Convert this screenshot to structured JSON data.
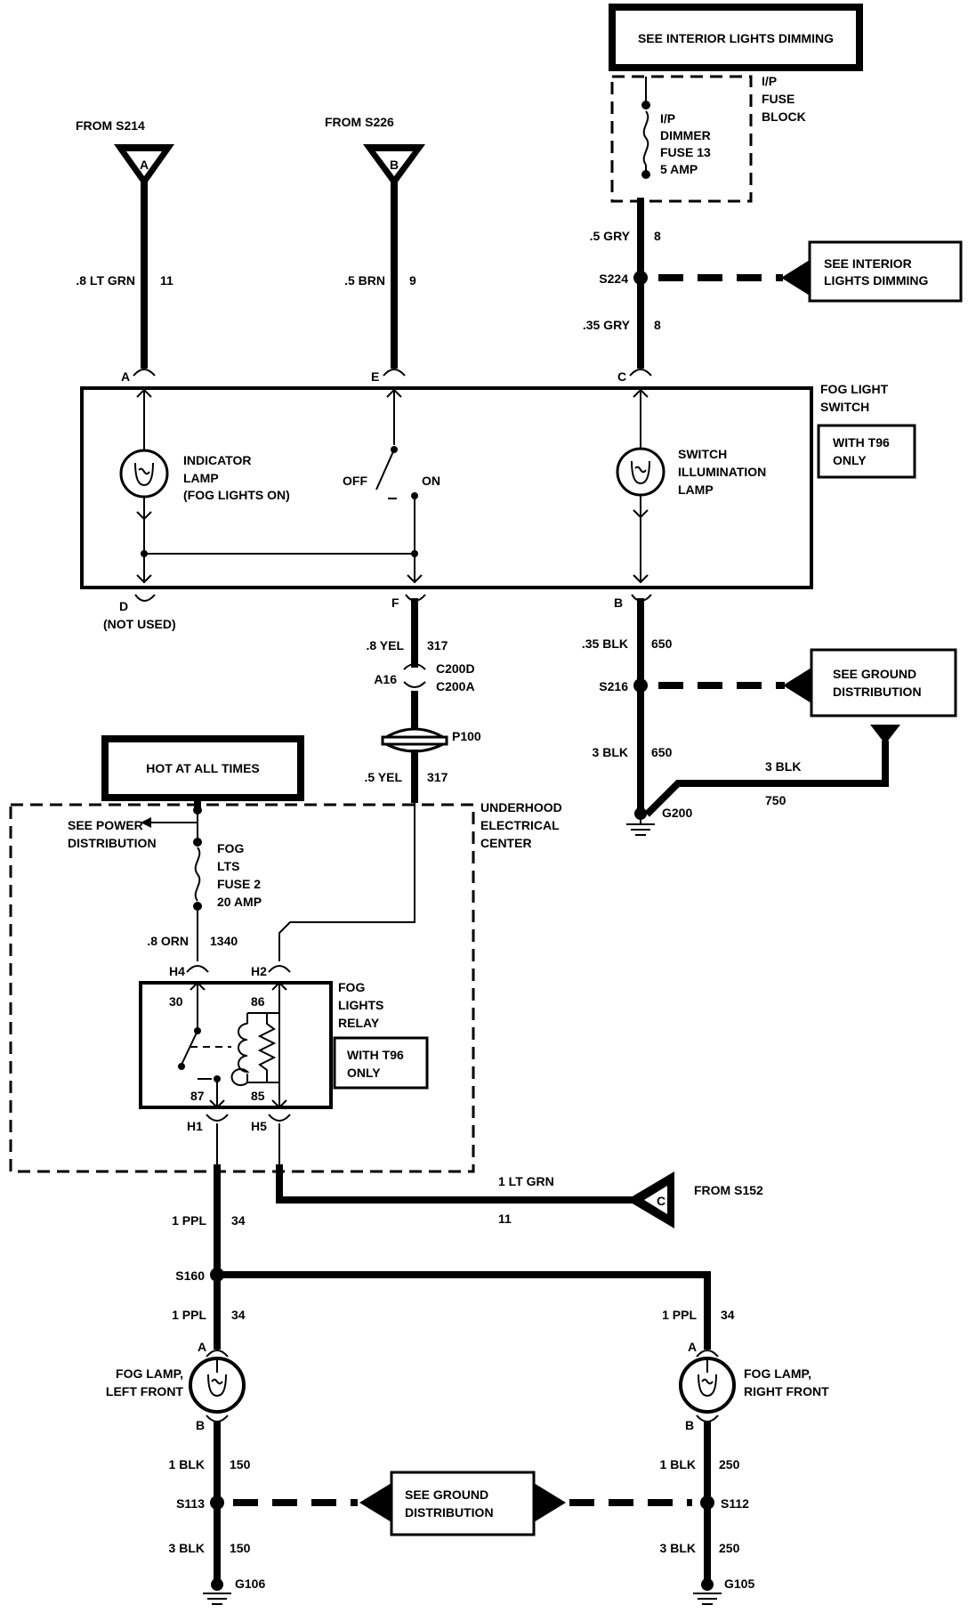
{
  "top": {
    "interior_dimming_box": "SEE INTERIOR LIGHTS DIMMING",
    "from_a": "FROM S214",
    "from_b": "FROM S226",
    "marker_a": "A",
    "marker_b": "B",
    "ip_fuse_block": [
      "I/P",
      "FUSE",
      "BLOCK"
    ],
    "ip_dimmer_fuse": [
      "I/P",
      "DIMMER",
      "FUSE 13",
      "5 AMP"
    ],
    "wire_a_label": ".8 LT GRN",
    "wire_a_num": "11",
    "wire_b_label": ".5 BRN",
    "wire_b_num": "9",
    "gry_top_label": ".5 GRY",
    "gry_top_num": "8",
    "s224": "S224",
    "see_interior_dimming_2": [
      "SEE INTERIOR",
      "LIGHTS DIMMING"
    ],
    "gry_bot_label": ".35 GRY",
    "gry_bot_num": "8"
  },
  "switch": {
    "name": [
      "FOG LIGHT",
      "SWITCH"
    ],
    "with_t96": [
      "WITH T96",
      "ONLY"
    ],
    "pin_a": "A",
    "pin_e": "E",
    "pin_c": "C",
    "pin_d": "D",
    "pin_f": "F",
    "pin_b": "B",
    "not_used": "(NOT USED)",
    "indicator_lamp": [
      "INDICATOR",
      "LAMP",
      "(FOG LIGHTS ON)"
    ],
    "off": "OFF",
    "on": "ON",
    "switch_lamp": [
      "SWITCH",
      "ILLUMINATION",
      "LAMP"
    ]
  },
  "mid": {
    "yel_label": ".8 YEL",
    "yel_num": "317",
    "a16": "A16",
    "c200d": "C200D",
    "c200a": "C200A",
    "p100": "P100",
    "yel2_label": ".5 YEL",
    "yel2_num": "317",
    "blk_label": ".35 BLK",
    "blk_num": "650",
    "s216": "S216",
    "see_ground": [
      "SEE GROUND",
      "DISTRIBUTION"
    ],
    "blk3_label": "3 BLK",
    "blk3_num": "650",
    "blk750_label": "3 BLK",
    "blk750_num": "750",
    "g200": "G200"
  },
  "relay": {
    "hot_box": "HOT AT ALL TIMES",
    "see_power": [
      "SEE POWER",
      "DISTRIBUTION"
    ],
    "fuse": [
      "FOG",
      "LTS",
      "FUSE 2",
      "20 AMP"
    ],
    "uec": [
      "UNDERHOOD",
      "ELECTRICAL",
      "CENTER"
    ],
    "orn_label": ".8 ORN",
    "orn_num": "1340",
    "h4": "H4",
    "h2": "H2",
    "h1": "H1",
    "h5": "H5",
    "relay_name": [
      "FOG",
      "LIGHTS",
      "RELAY"
    ],
    "with_t96": [
      "WITH T96",
      "ONLY"
    ],
    "p30": "30",
    "p86": "86",
    "p87": "87",
    "p85": "85",
    "ltgrn_label": "1 LT GRN",
    "ltgrn_num": "11",
    "from_c": "FROM S152",
    "marker_c": "C"
  },
  "bottom": {
    "ppl_label": "1 PPL",
    "ppl_num": "34",
    "s160": "S160",
    "ppl_l_label": "1 PPL",
    "ppl_l_num": "34",
    "ppl_r_label": "1 PPL",
    "ppl_r_num": "34",
    "pin_a_l": "A",
    "pin_b_l": "B",
    "pin_a_r": "A",
    "pin_b_r": "B",
    "lamp_left": [
      "FOG LAMP,",
      "LEFT FRONT"
    ],
    "lamp_right": [
      "FOG LAMP,",
      "RIGHT FRONT"
    ],
    "blk_l_label": "1 BLK",
    "blk_l_num": "150",
    "blk_r_label": "1 BLK",
    "blk_r_num": "250",
    "s113": "S113",
    "s112": "S112",
    "see_ground": [
      "SEE GROUND",
      "DISTRIBUTION"
    ],
    "blk3_l_label": "3 BLK",
    "blk3_l_num": "150",
    "blk3_r_label": "3 BLK",
    "blk3_r_num": "250",
    "g106": "G106",
    "g105": "G105"
  }
}
